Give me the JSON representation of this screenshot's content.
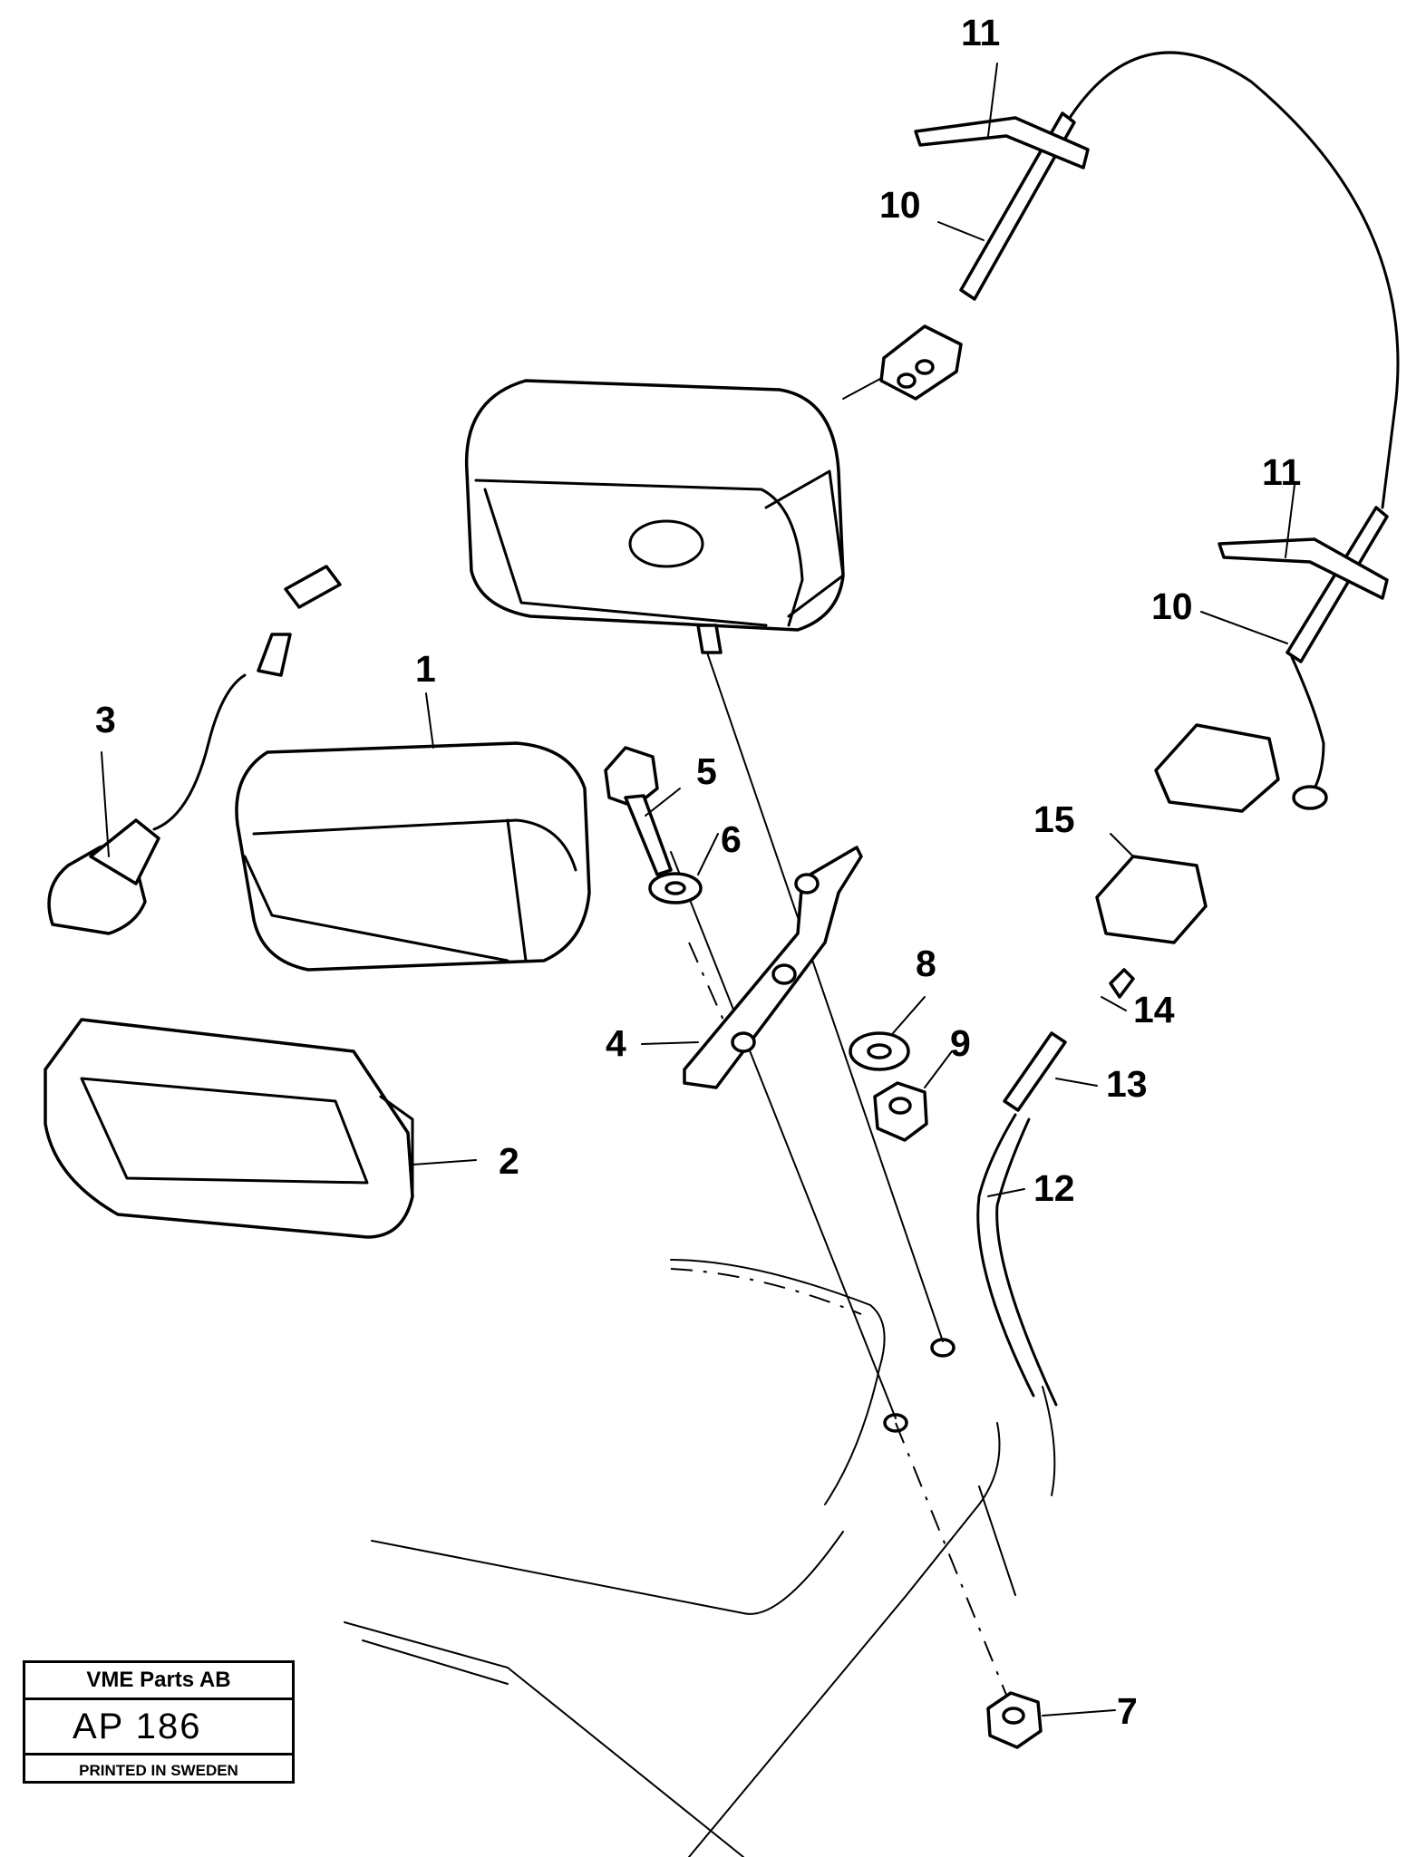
{
  "callouts": {
    "c1": "1",
    "c2": "2",
    "c3": "3",
    "c4": "4",
    "c5": "5",
    "c6": "6",
    "c7": "7",
    "c8": "8",
    "c9": "9",
    "c10a": "10",
    "c10b": "10",
    "c11a": "11",
    "c11b": "11",
    "c12": "12",
    "c13": "13",
    "c14": "14",
    "c15": "15"
  },
  "stamp": {
    "company": "VME Parts AB",
    "code": "AP 186",
    "printed": "PRINTED IN SWEDEN"
  }
}
